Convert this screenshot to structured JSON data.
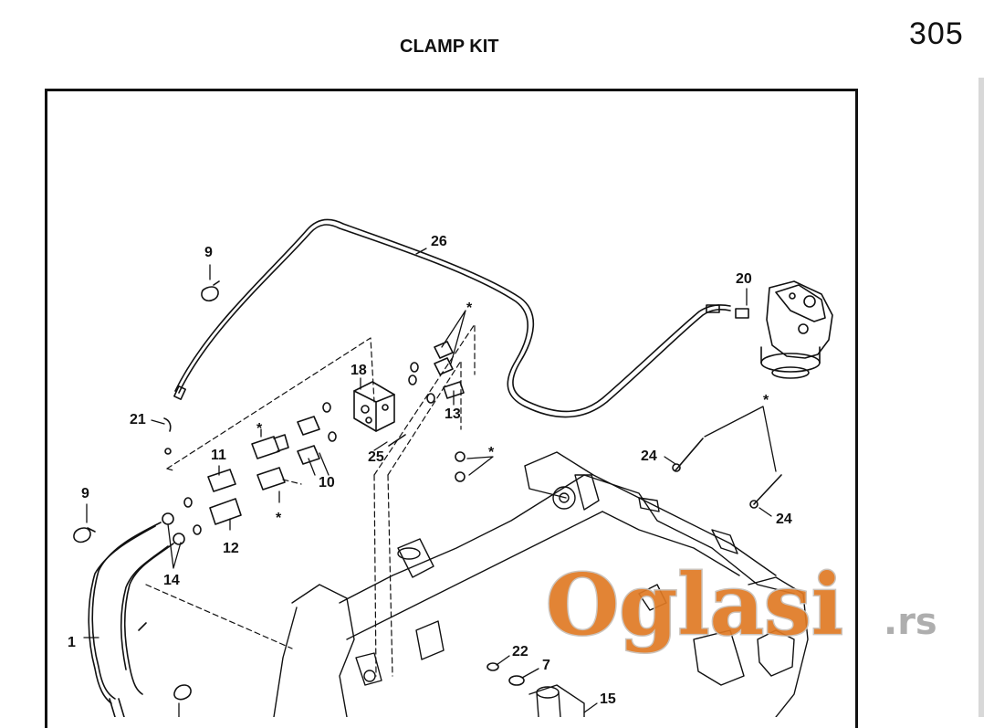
{
  "header": {
    "page_number": "305",
    "title": "CLAMP KIT"
  },
  "callouts": {
    "c1": "1",
    "c7": "7",
    "c9a": "9",
    "c9b": "9",
    "c10": "10",
    "c11": "11",
    "c12": "12",
    "c13": "13",
    "c14": "14",
    "c15": "15",
    "c18": "18",
    "c20": "20",
    "c21": "21",
    "c22": "22",
    "c24a": "24",
    "c24b": "24",
    "c25": "25",
    "c26": "26",
    "star1": "*",
    "star2": "*",
    "star3": "*",
    "star4": "*",
    "star5": "*"
  },
  "watermark": {
    "main": "Oglasi",
    "tld": ".rs",
    "color": "#e07a24"
  }
}
